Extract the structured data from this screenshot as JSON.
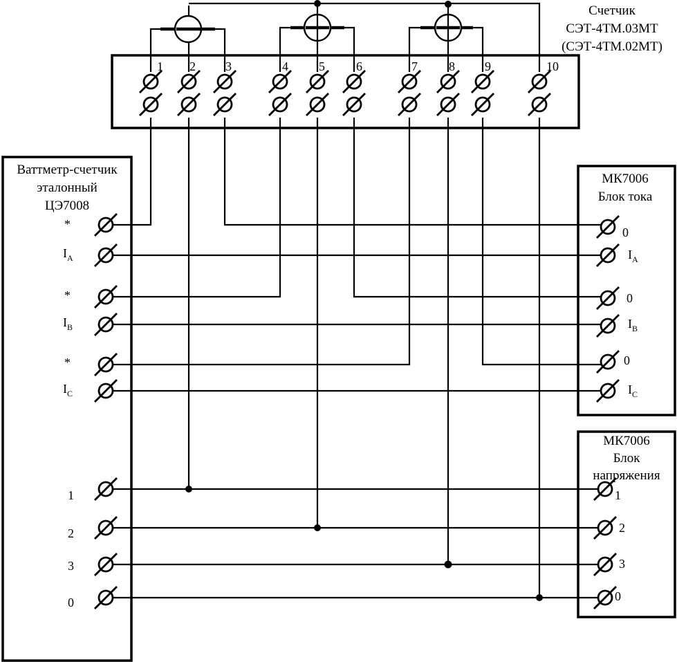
{
  "meter": {
    "title_lines": [
      "Счетчик",
      "СЭТ-4ТМ.03МТ",
      "(СЭТ-4ТМ.02МТ)"
    ],
    "pins": [
      "1",
      "2",
      "3",
      "4",
      "5",
      "6",
      "7",
      "8",
      "9",
      "10"
    ]
  },
  "reference": {
    "title_lines": [
      "Ваттметр-счетчик",
      "эталонный",
      "ЦЭ7008"
    ],
    "current_terminals": [
      {
        "main": "*",
        "sub": ""
      },
      {
        "main": "I",
        "sub": "A"
      },
      {
        "main": "*",
        "sub": ""
      },
      {
        "main": "I",
        "sub": "B"
      },
      {
        "main": "*",
        "sub": ""
      },
      {
        "main": "I",
        "sub": "C"
      }
    ],
    "voltage_terminals": [
      "1",
      "2",
      "3",
      "0"
    ]
  },
  "current_block": {
    "title_lines": [
      "МК7006",
      "Блок тока"
    ],
    "terminals": [
      {
        "main": "0",
        "sub": ""
      },
      {
        "main": "I",
        "sub": "A"
      },
      {
        "main": "0",
        "sub": ""
      },
      {
        "main": "I",
        "sub": "B"
      },
      {
        "main": "0",
        "sub": ""
      },
      {
        "main": "I",
        "sub": "C"
      }
    ]
  },
  "voltage_block": {
    "title_lines": [
      "МК7006",
      "Блок",
      "напряжения"
    ],
    "terminals": [
      "1",
      "2",
      "3",
      "0"
    ]
  }
}
